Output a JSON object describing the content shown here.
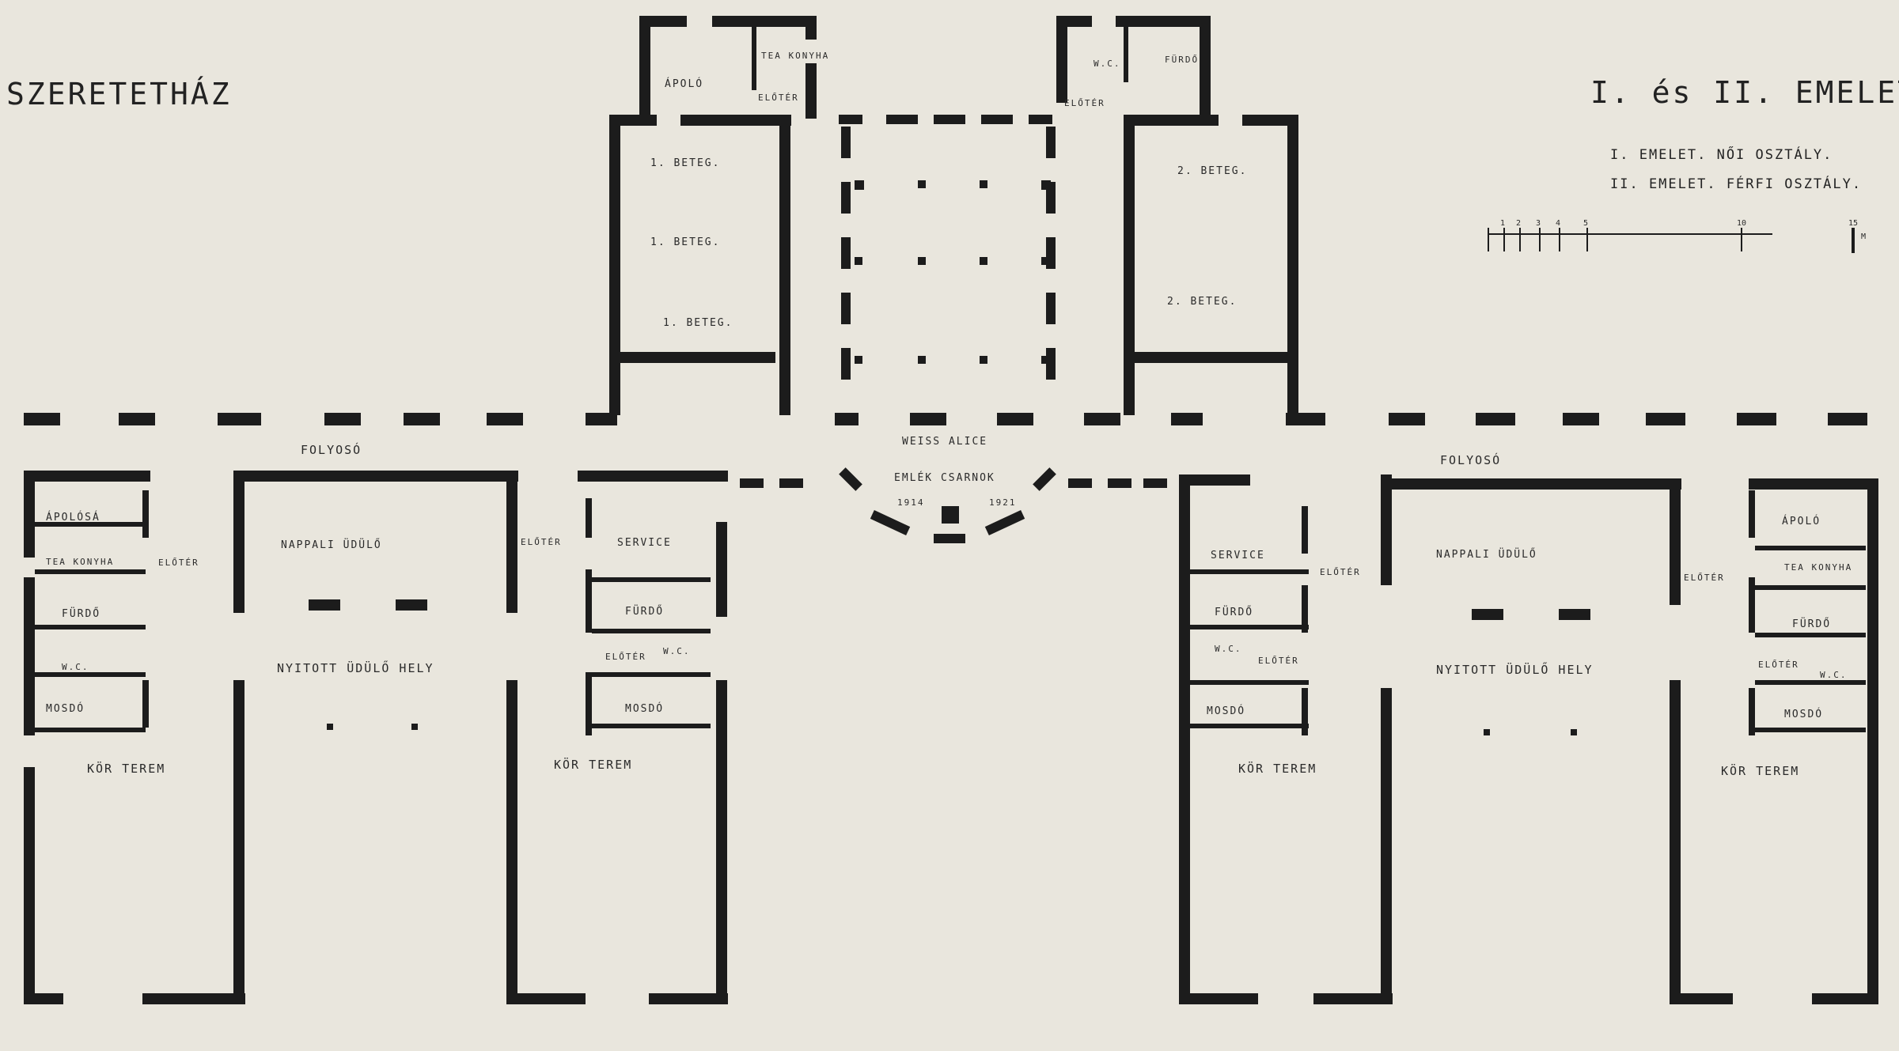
{
  "header": {
    "left_title": "SZERETETHÁZ",
    "right_title": "I. és II. EMELET.",
    "note_1": "I. EMELET. NŐI OSZTÁLY.",
    "note_2": "II. EMELET. FÉRFI OSZTÁLY."
  },
  "scale_bar": {
    "ticks": [
      "1",
      "2",
      "3",
      "4",
      "5",
      "10"
    ],
    "end": "15",
    "unit": "M"
  },
  "labels": {
    "north_1": "ÁPOLÓ",
    "north_2": "TEA KONYHA",
    "north_3": "ELŐTÉR",
    "north_4": "W.C.",
    "north_5": "FÜRDŐ",
    "north_6": "ELŐTÉR",
    "ward_l1": "1. BETEG.",
    "ward_l2": "1. BETEG.",
    "ward_l3": "1. BETEG.",
    "ward_r1": "2. BETEG.",
    "ward_r2": "2. BETEG.",
    "corridor_left": "FOLYOSÓ",
    "corridor_right": "FOLYOSÓ",
    "hall_1": "WEISS ALICE",
    "hall_2": "EMLÉK CSARNOK",
    "hall_3": "1914",
    "hall_4": "1921",
    "lw_1": "ÁPOLÓSÁ",
    "lw_2": "TEA KONYHA",
    "lw_3": "ELŐTÉR",
    "lw_4": "FÜRDŐ",
    "lw_5": "W.C.",
    "lw_6": "MOSDÓ",
    "lw_7": "KÖR TEREM",
    "lw_8": "NAPPALI ÜDÜLŐ",
    "lw_9": "NYITOTT ÜDÜLŐ HELY",
    "lw_10": "ELŐTÉR",
    "lw_11": "SERVICE",
    "lw_12": "FÜRDŐ",
    "lw_13": "ELŐTÉR",
    "lw_14": "W.C.",
    "lw_15": "MOSDÓ",
    "lw_16": "KÖR TEREM",
    "rw_1": "SERVICE",
    "rw_2": "ELŐTÉR",
    "rw_3": "FÜRDŐ",
    "rw_4": "W.C.",
    "rw_5": "ELŐTÉR",
    "rw_6": "MOSDÓ",
    "rw_7": "KÖR TEREM",
    "rw_8": "NAPPALI ÜDÜLŐ",
    "rw_9": "NYITOTT ÜDÜLŐ HELY",
    "rw_10": "ELŐTÉR",
    "rw_11": "ÁPOLÓ",
    "rw_12": "TEA KONYHA",
    "rw_13": "FÜRDŐ",
    "rw_14": "ELŐTÉR",
    "rw_15": "W.C.",
    "rw_16": "MOSDÓ",
    "rw_17": "KÖR TEREM"
  },
  "colors": {
    "paper": "#e9e6dd",
    "ink": "#1c1c1c"
  }
}
